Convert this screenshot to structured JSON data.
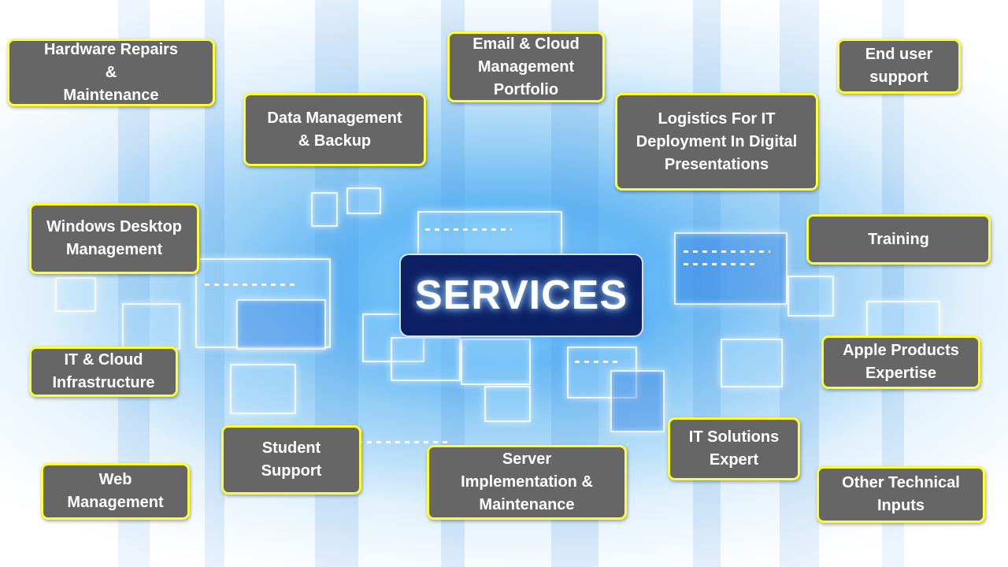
{
  "center_title": "SERVICES",
  "services": [
    {
      "id": "hardware-repairs",
      "label": "Hardware Repairs\n&\nMaintenance"
    },
    {
      "id": "email-cloud",
      "label": "Email & Cloud\nManagement\nPortfolio"
    },
    {
      "id": "end-user-support",
      "label": "End user\nsupport"
    },
    {
      "id": "data-management",
      "label": "Data Management\n& Backup"
    },
    {
      "id": "logistics-it",
      "label": "Logistics For IT\nDeployment In Digital\nPresentations"
    },
    {
      "id": "windows-desktop",
      "label": "Windows Desktop\nManagement"
    },
    {
      "id": "training",
      "label": "Training"
    },
    {
      "id": "it-cloud-infrastructure",
      "label": "IT & Cloud\nInfrastructure"
    },
    {
      "id": "apple-products",
      "label": "Apple Products\nExpertise"
    },
    {
      "id": "student-support",
      "label": "Student\nSupport"
    },
    {
      "id": "server-implementation",
      "label": "Server\nImplementation &\nMaintenance"
    },
    {
      "id": "it-solutions",
      "label": "IT Solutions\nExpert"
    },
    {
      "id": "web-management",
      "label": "Web\nManagement"
    },
    {
      "id": "other-technical",
      "label": "Other Technical\nInputs"
    }
  ],
  "colors": {
    "box_fill": "#666666",
    "box_border": "#ffff33",
    "title_fill": "#0c1f62",
    "title_text": "#ffffff"
  }
}
